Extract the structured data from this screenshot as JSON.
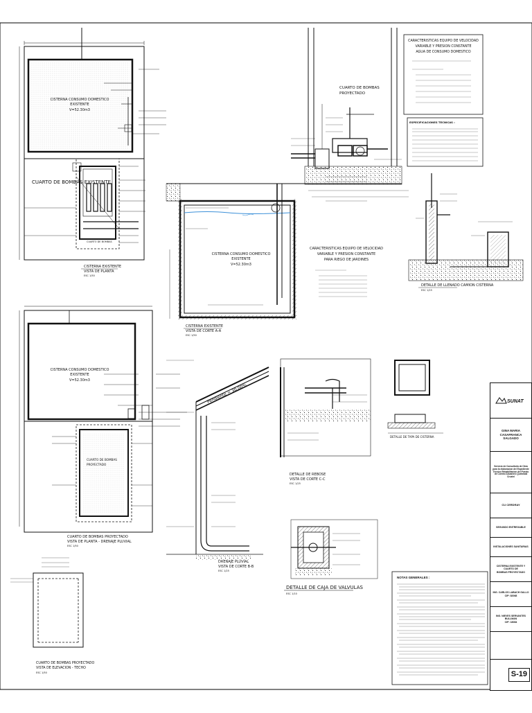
{
  "sheet": {
    "sheet_number": "S-19"
  },
  "pump_spec": {
    "title_1": "CARACTERISTICAS EQUIPO DE VELOCIDAD",
    "title_2": "VARIABLE Y PRESION CONSTANTE",
    "title_3": "AGUA DE CONSUMO DOMESTICO",
    "specs_title": "ESPECIFICACIONES TECNICAS :"
  },
  "irrigation_spec": {
    "title_1": "CARACTERISTICAS EQUIPO DE VELOCIDAD",
    "title_2": "VARIABLE Y PRESION CONSTANTE",
    "title_3": "PARA RIEGO DE JARDINES"
  },
  "views": {
    "cistern_plan_label": "CISTERNA CONSUMO DOMESTICO",
    "cistern_plan_label_2": "EXISTENTE",
    "cistern_plan_vol": "V=52.30m3",
    "pump_room_existing": "CUARTO DE BOMBAS EXISTENTE",
    "existing_plan_title_1": "CISTERNA EXISTENTE",
    "existing_plan_title_2": "VISTA DE PLANTA",
    "existing_plan_scale": "ESC 1/50",
    "section_label": "CISTERNA CONSUMO DOMESTICO",
    "section_label_2": "EXISTENTE",
    "section_vol": "V=52.30m3",
    "section_title_1": "CISTERNA EXISTENTE",
    "section_title_2": "VISTA DE CORTE A-A",
    "section_scale": "ESC 1/50",
    "pump_room_proj": "CUARTO DE BOMBAS",
    "pump_room_proj_2": "PROYECTADO",
    "fill_detail_title": "DETALLE DE LLENADO CAMION CISTERNA",
    "fill_detail_scale": "ESC 1/25",
    "plan2_label": "CISTERNA CONSUMO DOMESTICO",
    "plan2_label_2": "EXISTENTE",
    "plan2_vol": "V=52.30m3",
    "plan2_title_1": "CUARTO DE BOMBAS PROYECTADO",
    "plan2_title_2": "VISTA DE PLANTA - DRENAJE PLUVIAL",
    "plan2_scale": "ESC 1/50",
    "slope_label": "Pendiente = 30.00%",
    "drain_title_1": "DRENAJE PLUVIAL",
    "drain_title_2": "VISTA DE CORTE B-B",
    "drain_scale": "ESC 1/25",
    "overflow_title_1": "DETALLE DE REBOSE",
    "overflow_title_2": "VISTA DE CORTE C-C",
    "overflow_scale": "ESC 1/25",
    "cover_title": "DETALLE DE TAPA DE CISTERNA",
    "valve_title": "DETALLE DE CAJA DE VALVULAS",
    "valve_scale": "ESC 1/10",
    "elev_title_1": "CUARTO DE BOMBAS PROYECTADO",
    "elev_title_2": "VISTA DE ELEVACION - TECHO",
    "elev_scale": "ESC 1/50"
  },
  "notes": {
    "title": "NOTAS GENERALES :"
  },
  "title_block": {
    "logo_text": "SUNAT",
    "owner_name_1": "GINA MARIA CASAFRANCA",
    "owner_name_2": "SALGADO",
    "project_desc": "Servicio de Consultoria de Obra para la elaboracion del Expediente Tecnico Rehabilitacion del Puesto de Control Aduanero Quebrada Cruzini",
    "location": "CU CERDRAY",
    "specialty_1": "SEGUNDO ENTREGABLE",
    "specialty_2": "INSTALACIONES SANITARIAS",
    "drawing_title_1": "CISTERNA EXISTENTE Y CUARTO DE",
    "drawing_title_2": "BOMBAS PROYECTADO",
    "engineer_1": "ING. CARLOS LABACH GALLO",
    "engineer_1_cip": "CIP: 82068",
    "engineer_2": "ING. NIEVES SERVANTES BULLMAN",
    "engineer_2_cip": "CIP: 18084"
  }
}
